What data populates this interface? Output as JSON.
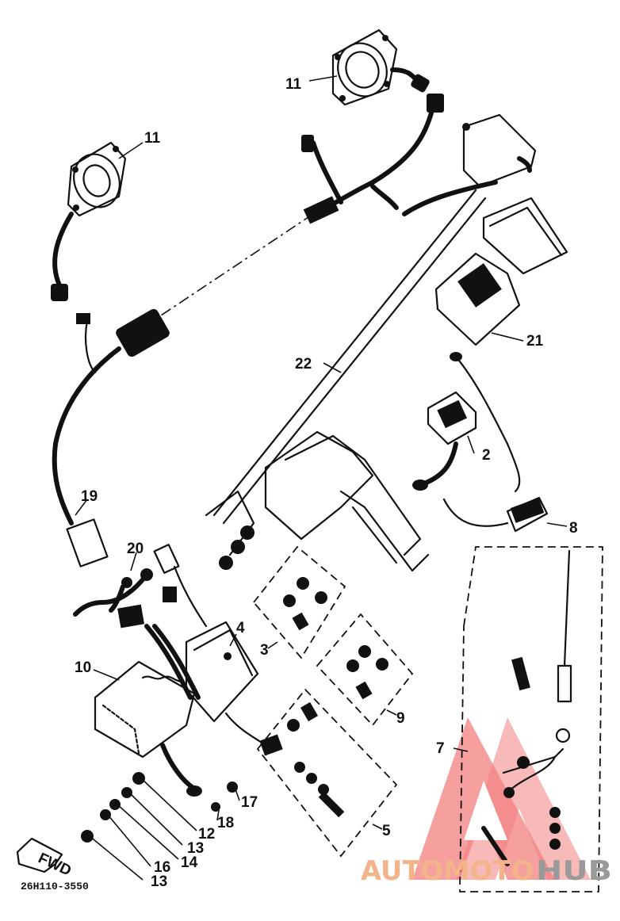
{
  "callouts": {
    "n11a": "11",
    "n11b": "11",
    "n21": "21",
    "n22": "22",
    "n2": "2",
    "n8": "8",
    "n19": "19",
    "n20": "20",
    "n4": "4",
    "n3": "3",
    "n9": "9",
    "n10": "10",
    "n7": "7",
    "n5": "5",
    "n17": "17",
    "n18": "18",
    "n12": "12",
    "n13a": "13",
    "n14": "14",
    "n16": "16",
    "n13b": "13"
  },
  "arrow_label": "FWD",
  "part_code": "26H110-3550",
  "watermark": {
    "text_left": "AUTOMOTO",
    "text_right": "HUB",
    "color_left": "#f4b48a",
    "color_right": "#9a9a9a",
    "logo_color": "#f06a6a"
  }
}
